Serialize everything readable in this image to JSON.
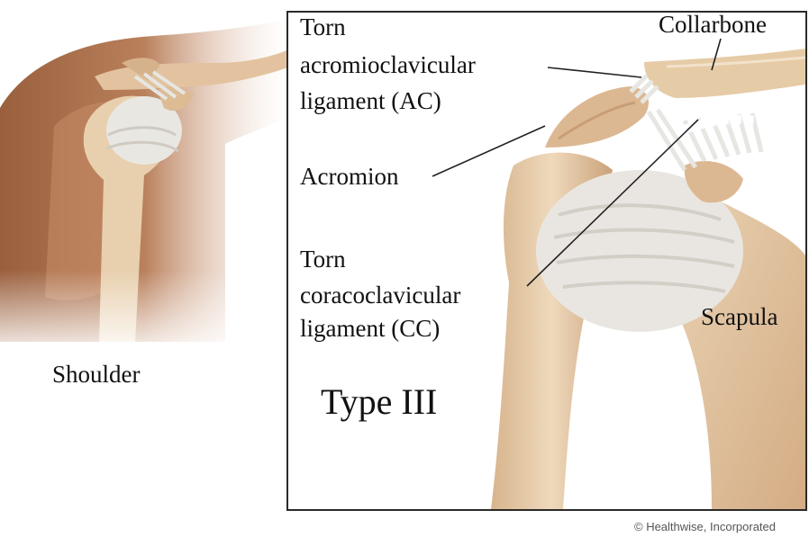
{
  "labels": {
    "torn_ac_line1": "Torn",
    "torn_ac_line2": "acromioclavicular",
    "torn_ac_line3": "ligament (AC)",
    "collarbone": "Collarbone",
    "acromion": "Acromion",
    "torn_cc_line1": "Torn",
    "torn_cc_line2": "coracoclavicular",
    "torn_cc_line3": "ligament (CC)",
    "scapula": "Scapula",
    "shoulder": "Shoulder",
    "type": "Type III",
    "credit": "© Healthwise, Incorporated"
  },
  "colors": {
    "skin": "#b67a55",
    "skin_dark": "#8a5535",
    "bone": "#e8cfae",
    "bone_shadow": "#c9a27c",
    "ligament": "#e6e6e2",
    "frame": "#2a2a2a"
  }
}
